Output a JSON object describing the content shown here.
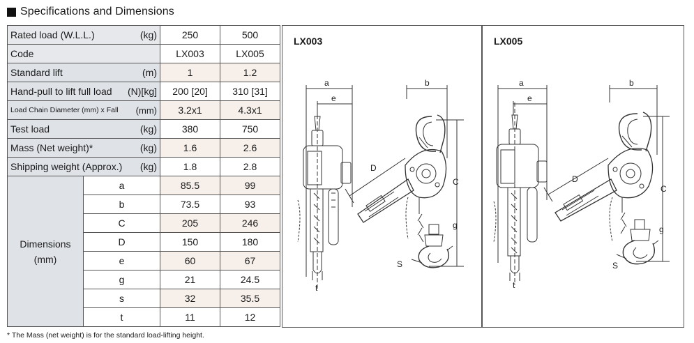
{
  "heading": "Specifications and Dimensions",
  "table": {
    "rows": [
      {
        "label": "Rated load (W.L.L.)",
        "unit": "(kg)",
        "v1": "250",
        "v2": "500",
        "style": "tint"
      },
      {
        "label": "Code",
        "unit": "",
        "v1": "LX003",
        "v2": "LX005",
        "style": "tint"
      },
      {
        "label": "Standard lift",
        "unit": "(m)",
        "v1": "1",
        "v2": "1.2",
        "style": "alt"
      },
      {
        "label": "Hand-pull to lift full load",
        "unit": "(N)[kg]",
        "v1": "200 [20]",
        "v2": "310 [31]",
        "style": ""
      },
      {
        "label": "Load Chain Diameter (mm) x Fall",
        "unit": "(mm)",
        "v1": "3.2x1",
        "v2": "4.3x1",
        "style": "alt",
        "small": true
      },
      {
        "label": "Test load",
        "unit": "(kg)",
        "v1": "380",
        "v2": "750",
        "style": ""
      },
      {
        "label": "Mass (Net weight)*",
        "unit": "(kg)",
        "v1": "1.6",
        "v2": "2.6",
        "style": "alt"
      },
      {
        "label": "Shipping weight (Approx.)",
        "unit": "(kg)",
        "v1": "1.8",
        "v2": "2.8",
        "style": ""
      }
    ],
    "dimensions_label_1": "Dimensions",
    "dimensions_label_2": "(mm)",
    "dimensions": [
      {
        "sym": "a",
        "v1": "85.5",
        "v2": "99"
      },
      {
        "sym": "b",
        "v1": "73.5",
        "v2": "93"
      },
      {
        "sym": "C",
        "v1": "205",
        "v2": "246"
      },
      {
        "sym": "D",
        "v1": "150",
        "v2": "180"
      },
      {
        "sym": "e",
        "v1": "60",
        "v2": "67"
      },
      {
        "sym": "g",
        "v1": "21",
        "v2": "24.5"
      },
      {
        "sym": "s",
        "v1": "32",
        "v2": "35.5"
      },
      {
        "sym": "t",
        "v1": "11",
        "v2": "12"
      }
    ]
  },
  "drawings": [
    {
      "title": "LX003",
      "labels": {
        "a": "a",
        "b": "b",
        "e": "e",
        "c": "C",
        "d": "D",
        "g": "g",
        "s": "S",
        "t": "t"
      }
    },
    {
      "title": "LX005",
      "labels": {
        "a": "a",
        "b": "b",
        "e": "e",
        "c": "C",
        "d": "D",
        "g": "g",
        "s": "S",
        "t": "t"
      }
    }
  ],
  "footnote": "* The Mass (net weight) is for the standard load-lifting height."
}
